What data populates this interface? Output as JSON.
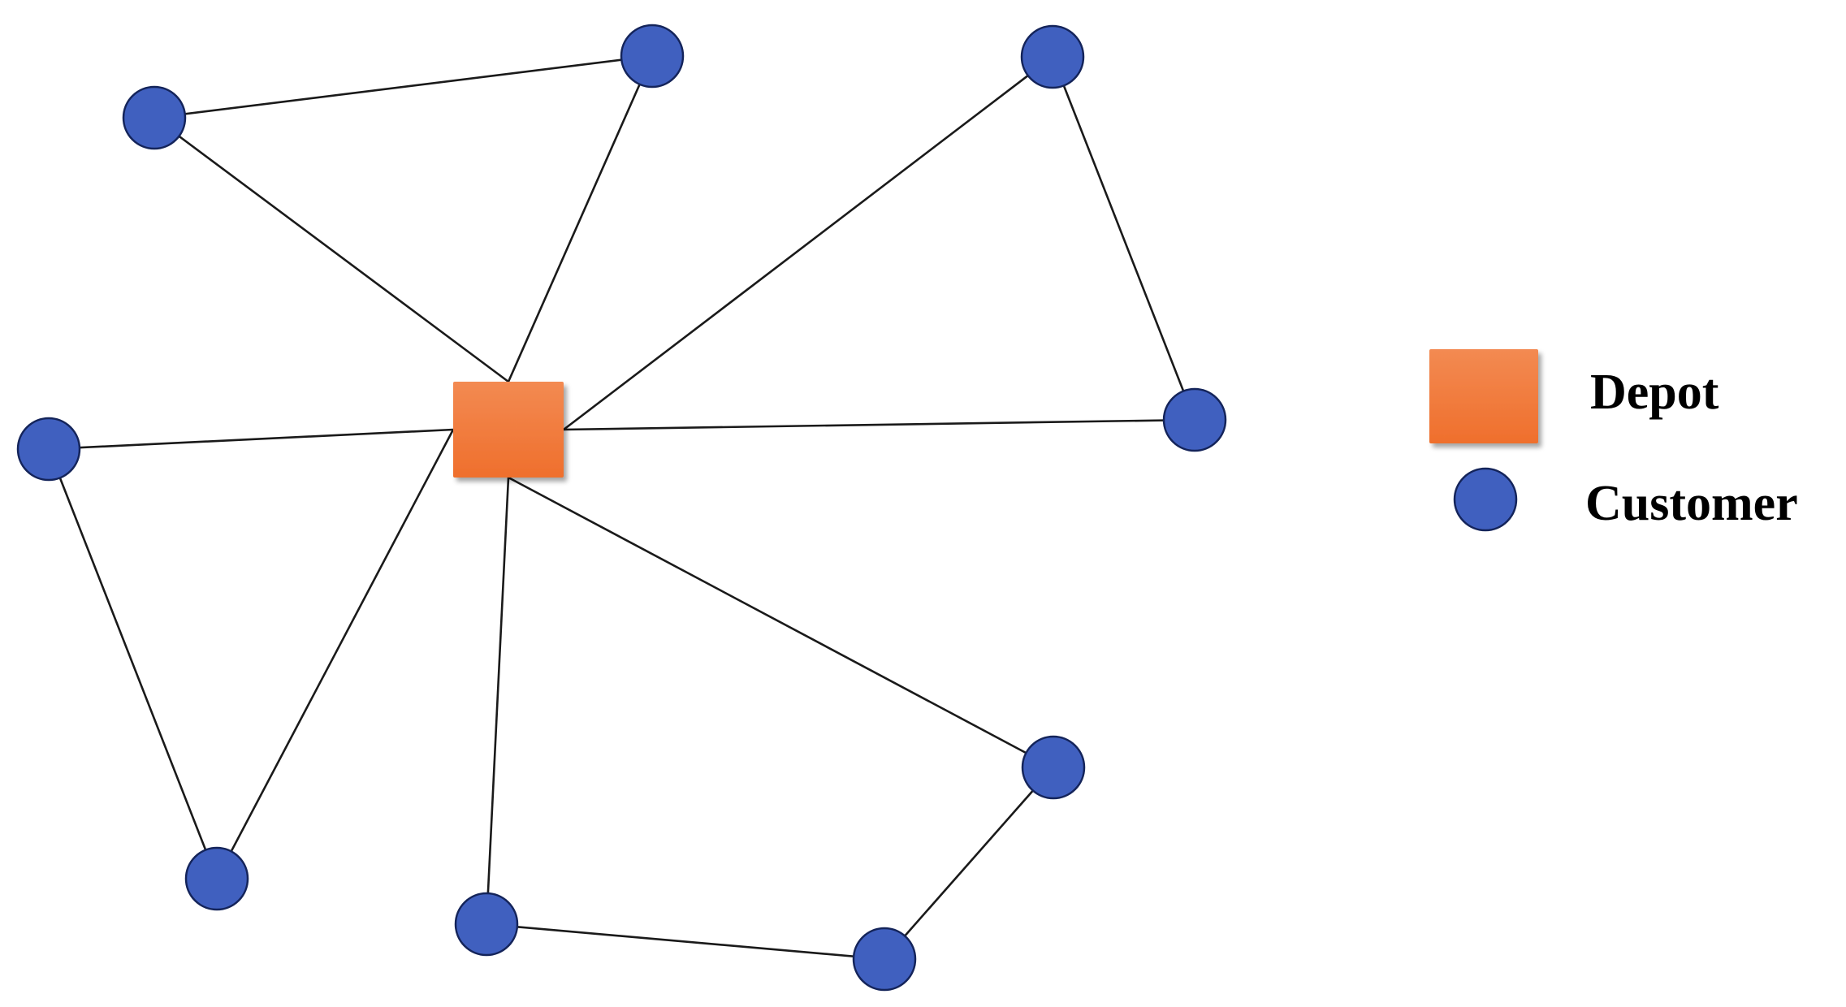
{
  "colors": {
    "depot": "#ef6f2c",
    "depot_highlight": "#f38a52",
    "customer": "#4060bf",
    "edge": "#1a1a1a"
  },
  "legend": {
    "depot_label": "Depot",
    "customer_label": "Customer"
  },
  "depot": {
    "id": "depot"
  },
  "customers": [
    {
      "id": "c1"
    },
    {
      "id": "c2"
    },
    {
      "id": "c3"
    },
    {
      "id": "c4"
    },
    {
      "id": "c5"
    },
    {
      "id": "c6"
    },
    {
      "id": "c7"
    },
    {
      "id": "c8"
    },
    {
      "id": "c9"
    }
  ],
  "routes": [
    {
      "stops": [
        "depot",
        "c1",
        "c2",
        "depot"
      ]
    },
    {
      "stops": [
        "depot",
        "c3",
        "c4",
        "depot"
      ]
    },
    {
      "stops": [
        "depot",
        "c5",
        "c6",
        "c7",
        "depot"
      ]
    },
    {
      "stops": [
        "depot",
        "c8",
        "c9",
        "depot"
      ]
    }
  ]
}
